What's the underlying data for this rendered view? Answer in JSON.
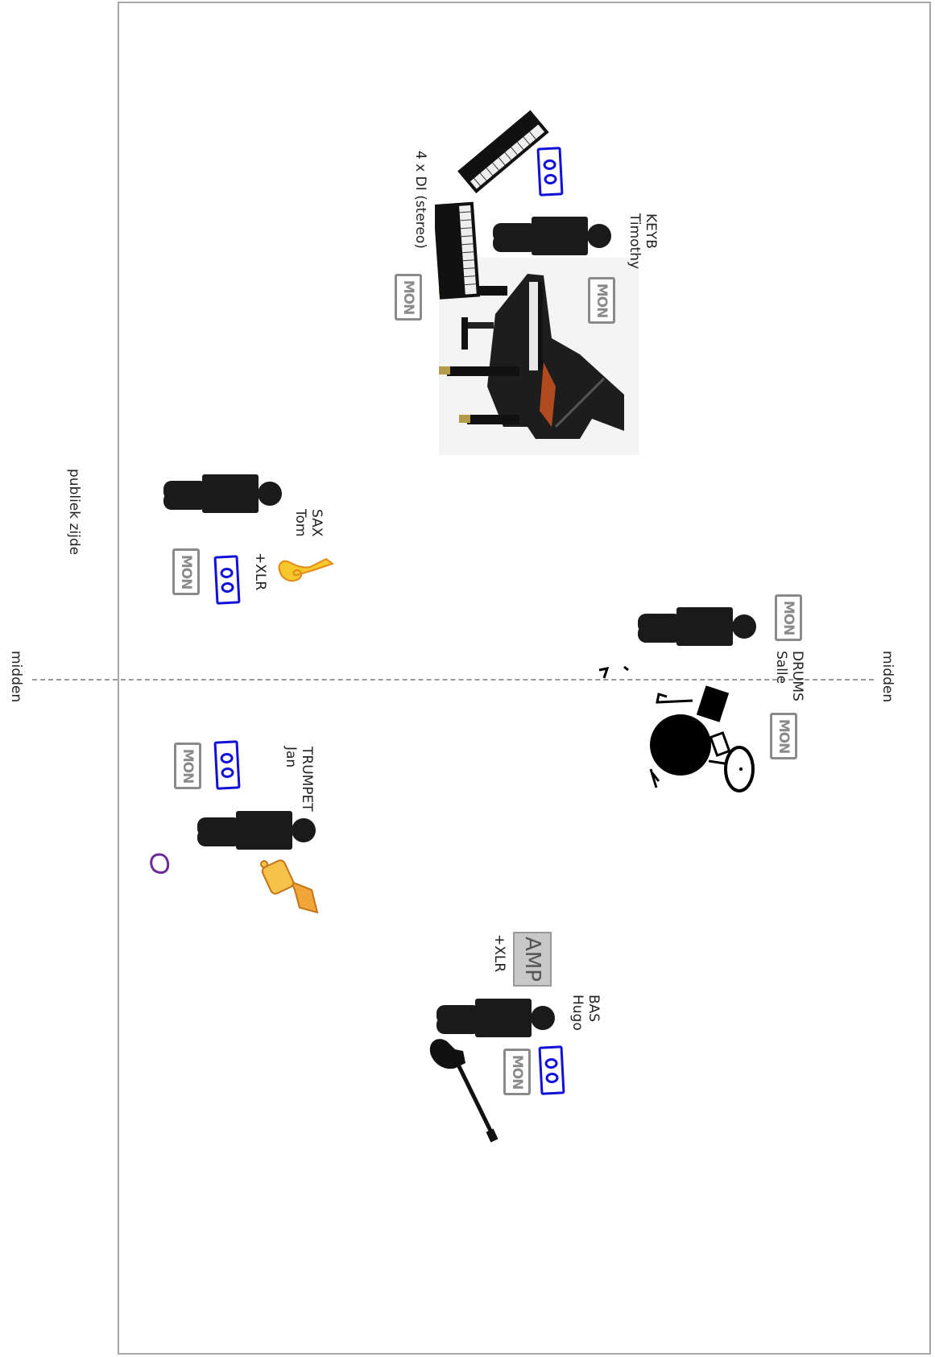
{
  "labels": {
    "publiek": "publiek zijde",
    "midden_left": "midden",
    "midden_right": "midden",
    "keyb_role": "KEYB",
    "keyb_name": "Timothy",
    "di_note": "4 x DI (stereo)",
    "sax_role": "SAX",
    "sax_name": "Tom",
    "sax_xlr": "+XLR",
    "drums_role": "DRUMS",
    "drums_name": "Salle",
    "trumpet_role": "TRUMPET",
    "trumpet_name": "Jan",
    "bas_role": "BAS",
    "bas_name": "Hugo",
    "bas_xlr": "+XLR",
    "mon": "MON",
    "amp": "AMP"
  },
  "icons": [
    "person-icon",
    "keyboard-icon",
    "grand-piano-icon",
    "saxophone-icon",
    "trumpet-icon",
    "bass-guitar-icon",
    "drum-kit-icon",
    "monitor-wedge-icon",
    "di-box-icon",
    "amp-icon",
    "mic-stand-icon"
  ],
  "colors": {
    "di_box": "#1010d8",
    "monitor": "#8a8a8a",
    "border": "#a8a8a8",
    "figure": "#1a1a1a",
    "mic_marker": "#6a2c9a"
  }
}
